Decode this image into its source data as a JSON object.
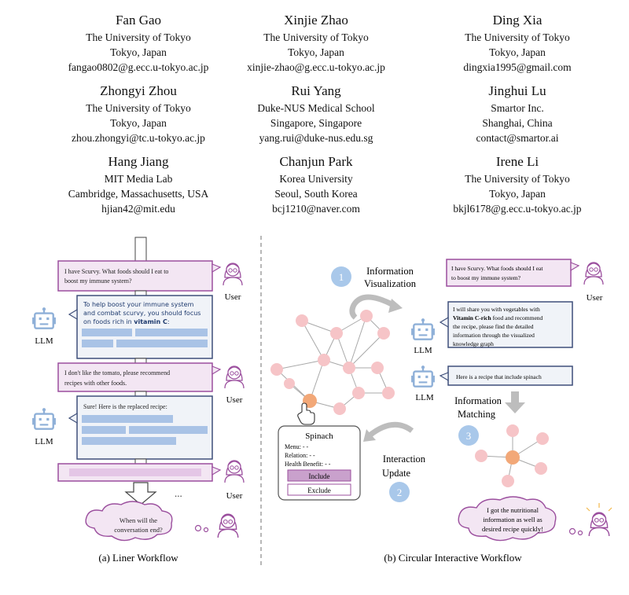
{
  "header_cut": "",
  "authors": [
    {
      "name": "Fan Gao",
      "affiliation": "The University of Tokyo",
      "location": "Tokyo, Japan",
      "email": "fangao0802@g.ecc.u-tokyo.ac.jp"
    },
    {
      "name": "Xinjie Zhao",
      "affiliation": "The University of Tokyo",
      "location": "Tokyo, Japan",
      "email": "xinjie-zhao@g.ecc.u-tokyo.ac.jp"
    },
    {
      "name": "Ding Xia",
      "affiliation": "The University of Tokyo",
      "location": "Tokyo, Japan",
      "email": "dingxia1995@gmail.com"
    },
    {
      "name": "Zhongyi Zhou",
      "affiliation": "The University of Tokyo",
      "location": "Tokyo, Japan",
      "email": "zhou.zhongyi@tc.u-tokyo.ac.jp"
    },
    {
      "name": "Rui Yang",
      "affiliation": "Duke-NUS Medical School",
      "location": "Singapore, Singapore",
      "email": "yang.rui@duke-nus.edu.sg"
    },
    {
      "name": "Jinghui Lu",
      "affiliation": "Smartor Inc.",
      "location": "Shanghai, China",
      "email": "contact@smartor.ai"
    },
    {
      "name": "Hang Jiang",
      "affiliation": "MIT Media Lab",
      "location": "Cambridge, Massachusetts, USA",
      "email": "hjian42@mit.edu"
    },
    {
      "name": "Chanjun Park",
      "affiliation": "Korea University",
      "location": "Seoul, South Korea",
      "email": "bcj1210@naver.com"
    },
    {
      "name": "Irene Li",
      "affiliation": "The University of Tokyo",
      "location": "Tokyo, Japan",
      "email": "bkjl6178@g.ecc.u-tokyo.ac.jp"
    }
  ],
  "figure": {
    "left": {
      "caption": "(a) Liner Workflow",
      "user_label": "User",
      "llm_label": "LLM",
      "user_msg1": [
        "I have Scurvy. What foods should I eat to",
        "boost my immune system?"
      ],
      "llm_msg1": [
        "To help boost your immune system",
        "and combat scurvy, you should focus",
        "on foods rich in "
      ],
      "llm_msg1_bold": "vitamin C",
      "llm_msg1_end": ":",
      "user_msg2": [
        "I don't like the tomato, please recommend",
        "recipes with other foods."
      ],
      "llm_msg2": "Sure! Here is the replaced recipe:",
      "ellipsis": "...",
      "thought": [
        "When will the",
        "conversation end?"
      ]
    },
    "right": {
      "caption": "(b) Circular Interactive Workflow",
      "step1_num": "1",
      "step1_label": [
        "Information",
        "Visualization"
      ],
      "step2_num": "2",
      "step2_label": [
        "Interaction",
        "Update"
      ],
      "step3_num": "3",
      "step3_label": [
        "Information",
        "Matching"
      ],
      "user_label": "User",
      "llm_label": "LLM",
      "user_msg": [
        "I have Scurvy. What foods should I eat",
        "to boost my immune system?"
      ],
      "llm_msg1_a": "I will share you with vegetables with",
      "llm_msg1_bold": "Vitamin C-rich",
      "llm_msg1_b": " food and recommend",
      "llm_msg1_rest": [
        "the recipe, please find the detailed",
        "information through the visualized",
        "knowledge graph"
      ],
      "llm_msg2": "Here is a recipe that include spinach",
      "card": {
        "title": "Spinach",
        "menu": "Menu: - -",
        "relation": "Relation: - -",
        "benefit": "Health Benefit: - -",
        "include": "Include",
        "exclude": "Exclude"
      },
      "thought": [
        "I got the nutritional",
        "information as well as",
        "desired recipe quickly!"
      ]
    },
    "colors": {
      "pink_fill": "#f3e6f3",
      "pink_border": "#9b4f9e",
      "blue_fill": "#f0f3f8",
      "blue_border": "#3f4f7a",
      "bar_blue": "#a9c3e6",
      "node_pink": "#f6c4c7",
      "node_orange": "#f2a878",
      "badge_blue": "#a9c8ea",
      "arrow_gray": "#bdbdbd"
    }
  }
}
